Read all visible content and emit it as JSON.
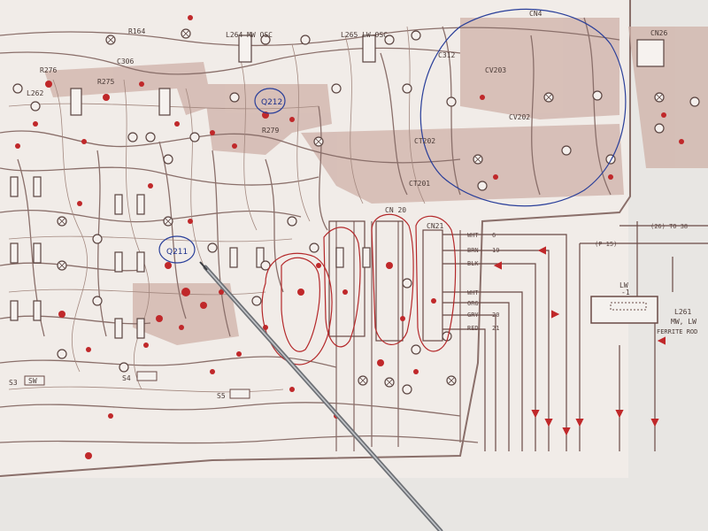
{
  "colors": {
    "paper": "#e9e7e4",
    "board": "#f1ece8",
    "trace": "#8a6f6a",
    "copper_shade": "#c9a9a0",
    "red_marker": "#c0282a",
    "blue_pen": "#2a3f9a",
    "probe": "#8c8f94"
  },
  "components": {
    "r164": "R164",
    "l264": "L264 MW OSC",
    "l265": "L265 LW OSC",
    "c312": "C312",
    "cv203": "CV203",
    "cv202": "CV202",
    "ct202": "CT202",
    "ct201": "CT201",
    "r276": "R276",
    "r275": "R275",
    "c306": "C306",
    "l262": "L262",
    "q212": "Q212",
    "q211": "Q211",
    "r279": "R279",
    "cn20": "CN 20",
    "cn21": "CN21",
    "cn4": "CN4",
    "cn26": "CN26",
    "s3": "S3",
    "s4": "S4",
    "s5": "S5",
    "sw": "SW"
  },
  "wires": {
    "wht": "WHT",
    "brn": "BRN",
    "blk": "BLK",
    "wht2": "WHT",
    "org": "ORG",
    "gry": "GRY",
    "red": "RED",
    "n6": "6",
    "n19": "19",
    "n20": "20",
    "n21": "21",
    "to": "(26) TO 38",
    "p15": "(P 15)"
  },
  "right_panel": {
    "l261": "L261",
    "mw_lw": "MW, LW",
    "ferrite": "FERRITE ROD",
    "lw1": "LW",
    "lw2": "-1"
  }
}
